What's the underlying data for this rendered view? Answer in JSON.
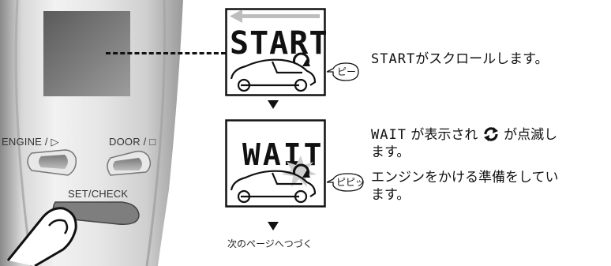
{
  "remote": {
    "engine_label": "ENGINE / ▷",
    "door_label": "DOOR / □",
    "setcheck_label": "SET/CHECK"
  },
  "screen1": {
    "lcd_text": "START",
    "sound": "ピー",
    "desc_lcd": "START",
    "desc_text": "がスクロールします。"
  },
  "screen2": {
    "lcd_text": "WAIT",
    "sound": "ピピッ",
    "desc_line1_lcd": "WAIT",
    "desc_line1_a": "が表示され",
    "desc_line1_b": "が点滅し",
    "desc_line2": "ます。",
    "desc_line3": "エンジンをかける準備をしてい",
    "desc_line4": "ます。"
  },
  "footer": {
    "next_page": "次のページへつづく"
  }
}
